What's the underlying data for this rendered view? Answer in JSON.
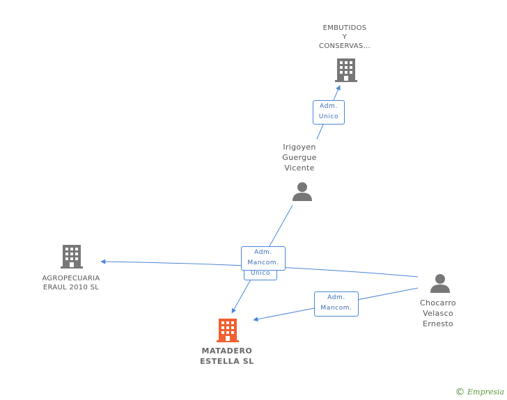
{
  "nodes": {
    "embutidos": {
      "lines": [
        "EMBUTIDOS",
        "Y",
        "CONSERVAS..."
      ]
    },
    "irigoyen": {
      "lines": [
        "Irigoyen",
        "Guergue",
        "Vicente"
      ]
    },
    "agropecuaria": {
      "lines": [
        "AGROPECUARIA",
        "ERAUL 2010 SL"
      ]
    },
    "chocarro": {
      "lines": [
        "Chocarro",
        "Velasco",
        "Ernesto"
      ]
    },
    "matadero": {
      "lines": [
        "MATADERO",
        "ESTELLA SL"
      ]
    }
  },
  "edges": {
    "adm_unico_top": {
      "lines": [
        "Adm.",
        "Unico"
      ]
    },
    "adm_mancom_mid": {
      "lines": [
        "Adm.",
        "Mancom."
      ]
    },
    "adm_unico_mid": {
      "lines": [
        "Unico"
      ]
    },
    "adm_mancom_right": {
      "lines": [
        "Adm.",
        "Mancom."
      ]
    }
  },
  "footer": {
    "copyright": "©",
    "brand": "Empresia"
  },
  "colors": {
    "edge": "#4a86d8",
    "company": "#777777",
    "person": "#777777",
    "focus": "#f06030"
  }
}
